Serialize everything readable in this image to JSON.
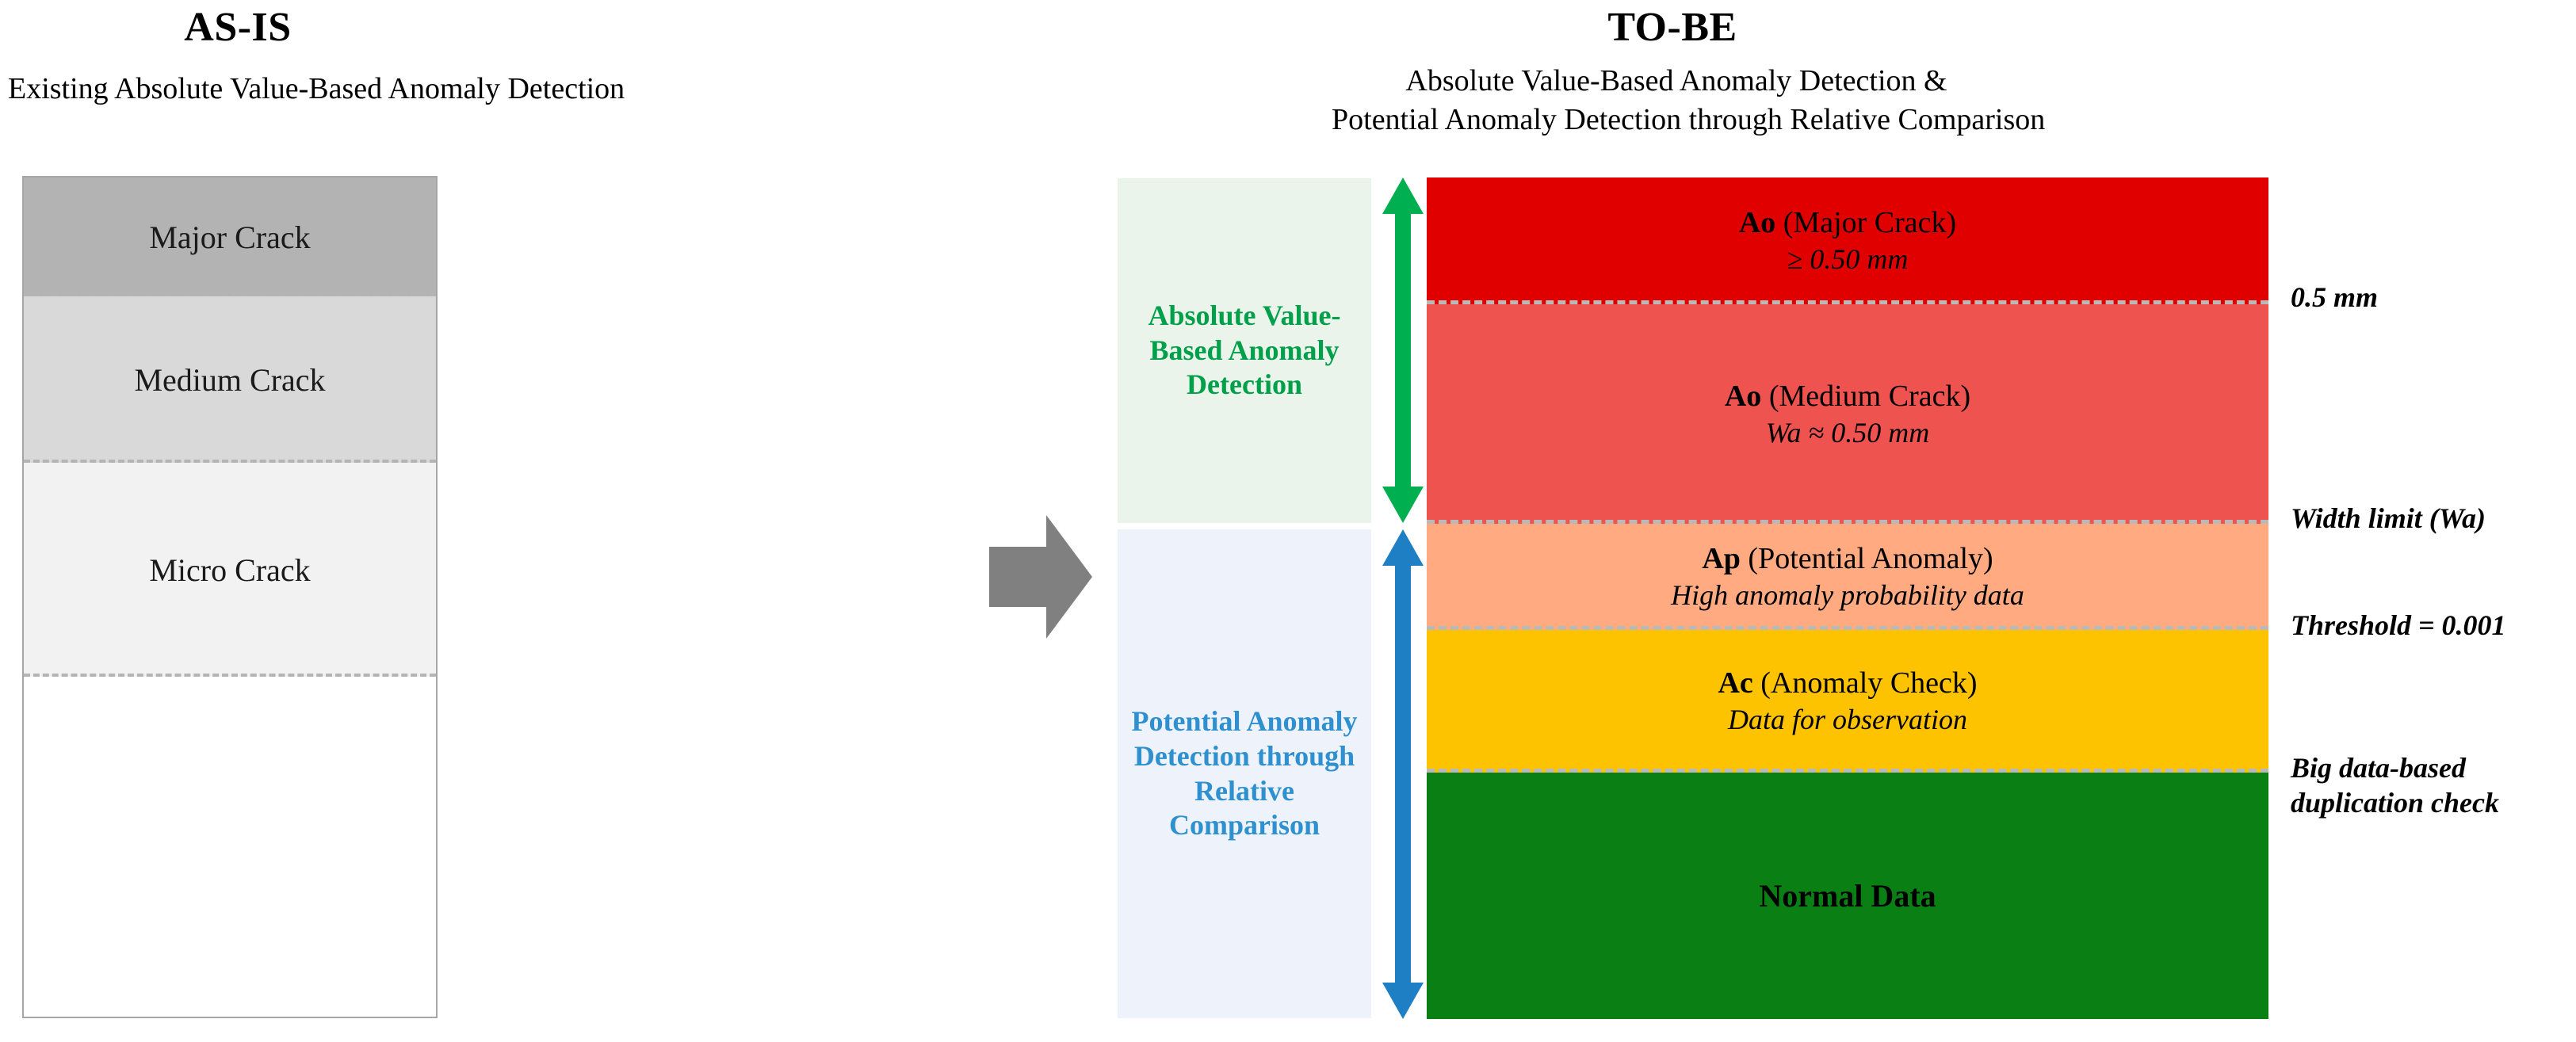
{
  "as_is": {
    "title": "AS-IS",
    "subtitle": "Existing Absolute Value-Based Anomaly Detection",
    "bands": [
      {
        "label": "Major Crack",
        "color": "#b3b3b3"
      },
      {
        "label": "Medium Crack",
        "color": "#d9d9d9"
      },
      {
        "label": "Micro Crack",
        "color": "#f2f2f2"
      },
      {
        "label": "",
        "color": "#ffffff"
      }
    ]
  },
  "transition": {
    "icon": "right-block-arrow",
    "color": "#808080"
  },
  "to_be": {
    "title": "TO-BE",
    "subtitle_line1": "Absolute Value-Based Anomaly Detection &",
    "subtitle_line2": "Potential Anomaly Detection through Relative Comparison",
    "groups": [
      {
        "label": "Absolute Value-Based Anomaly Detection",
        "text_color": "#00a04a",
        "background": "#eaf4ea",
        "arrow_color": "#00b050",
        "arrow_icon": "double-vertical-arrow"
      },
      {
        "label": "Potential Anomaly Detection through Relative Comparison",
        "text_color": "#2f90d0",
        "background": "#eef3fb",
        "arrow_color": "#1f7fc4",
        "arrow_icon": "double-vertical-arrow"
      }
    ],
    "bands": [
      {
        "code": "Ao",
        "category": "(Major Crack)",
        "detail": "≥ 0.50 mm",
        "color": "#e00000"
      },
      {
        "code": "Ao",
        "category": "(Medium Crack)",
        "detail": "Wa ≈ 0.50 mm",
        "color": "#ef5350"
      },
      {
        "code": "Ap",
        "category": "(Potential Anomaly)",
        "detail": "High anomaly probability data",
        "color": "#ffaa80"
      },
      {
        "code": "Ac",
        "category": "(Anomaly Check)",
        "detail": "Data for observation",
        "color": "#fdc300"
      },
      {
        "code": "Normal Data",
        "category": "",
        "detail": "",
        "color": "#0a8014"
      }
    ],
    "annotations": [
      {
        "line1": "0.5 mm",
        "line2": ""
      },
      {
        "line1": "Width limit (Wa)",
        "line2": ""
      },
      {
        "line1": "Threshold = 0.001",
        "line2": ""
      },
      {
        "line1": "Big data-based",
        "line2": "duplication check"
      }
    ]
  }
}
